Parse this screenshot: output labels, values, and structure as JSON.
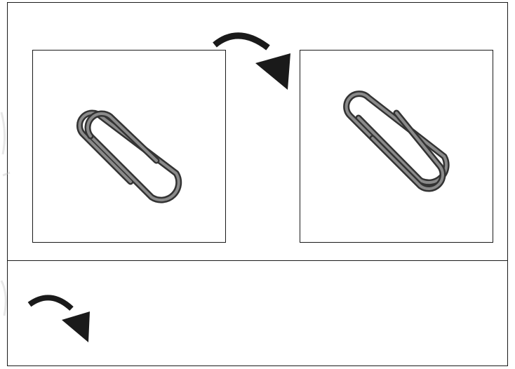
{
  "diagram": {
    "panels": [
      {
        "id": "before",
        "icon": "paperclip-icon"
      },
      {
        "id": "after",
        "icon": "paperclip-icon-flipped"
      }
    ],
    "arrows": [
      {
        "id": "top",
        "icon": "curved-arrow-right-icon"
      },
      {
        "id": "caption",
        "icon": "curved-arrow-right-icon"
      }
    ],
    "colors": {
      "stroke": "#1a1a1a",
      "clip_outer": "#333333",
      "clip_inner": "#8a8a8a",
      "background": "#ffffff"
    }
  }
}
